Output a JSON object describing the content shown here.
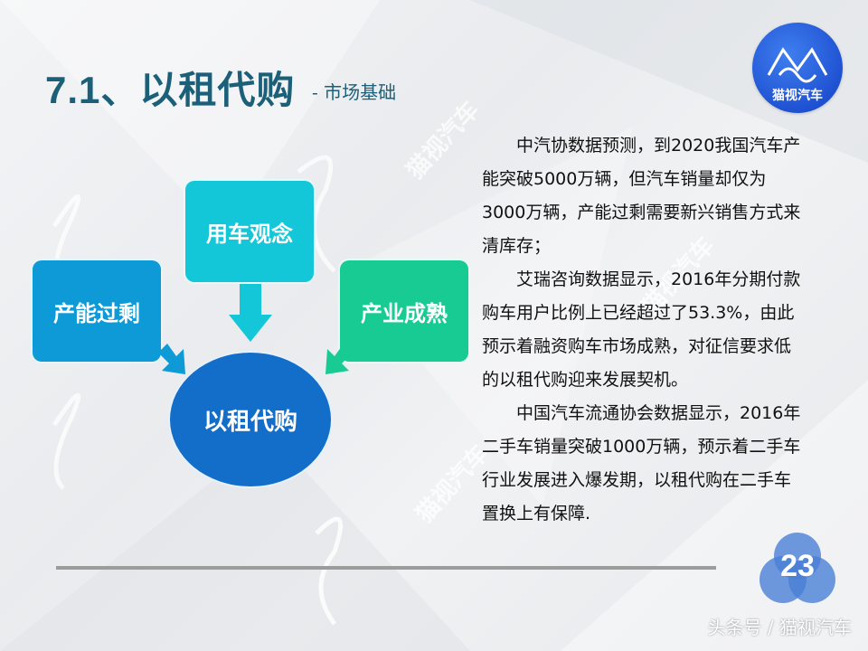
{
  "slide": {
    "title": "7.1、以租代购",
    "subtitle": "- 市场基础",
    "page_number": "23"
  },
  "logo": {
    "text": "猫视汽车"
  },
  "diagram": {
    "center": "以租代购",
    "inputs": [
      {
        "label": "产能过剩",
        "color": "#0d9ad6"
      },
      {
        "label": "用车观念",
        "color": "#13c7d8"
      },
      {
        "label": "产业成熟",
        "color": "#17cb92"
      }
    ],
    "center_color": "#136ec9"
  },
  "body": {
    "paragraphs": [
      "中汽协数据预测，到2020我国汽车产能突破5000万辆，但汽车销量却仅为3000万辆，产能过剩需要新兴销售方式来清库存；",
      "艾瑞咨询数据显示，2016年分期付款购车用户比例上已经超过了53.3%，由此预示着融资购车市场成熟，对征信要求低的以租代购迎来发展契机。",
      "中国汽车流通协会数据显示，2016年二手车销量突破1000万辆，预示着二手车行业发展进入爆发期，以租代购在二手车置换上有保障."
    ]
  },
  "watermarks": [
    "猫视汽车",
    "猫视汽车",
    "猫视汽车"
  ],
  "footer": {
    "text": "头条号 / 猫视汽车"
  },
  "colors": {
    "title": "#1b5f78",
    "logo_blue": "#1d4fd0",
    "page_circles": "#4a7fd6",
    "divider": "#9c9c9c"
  }
}
